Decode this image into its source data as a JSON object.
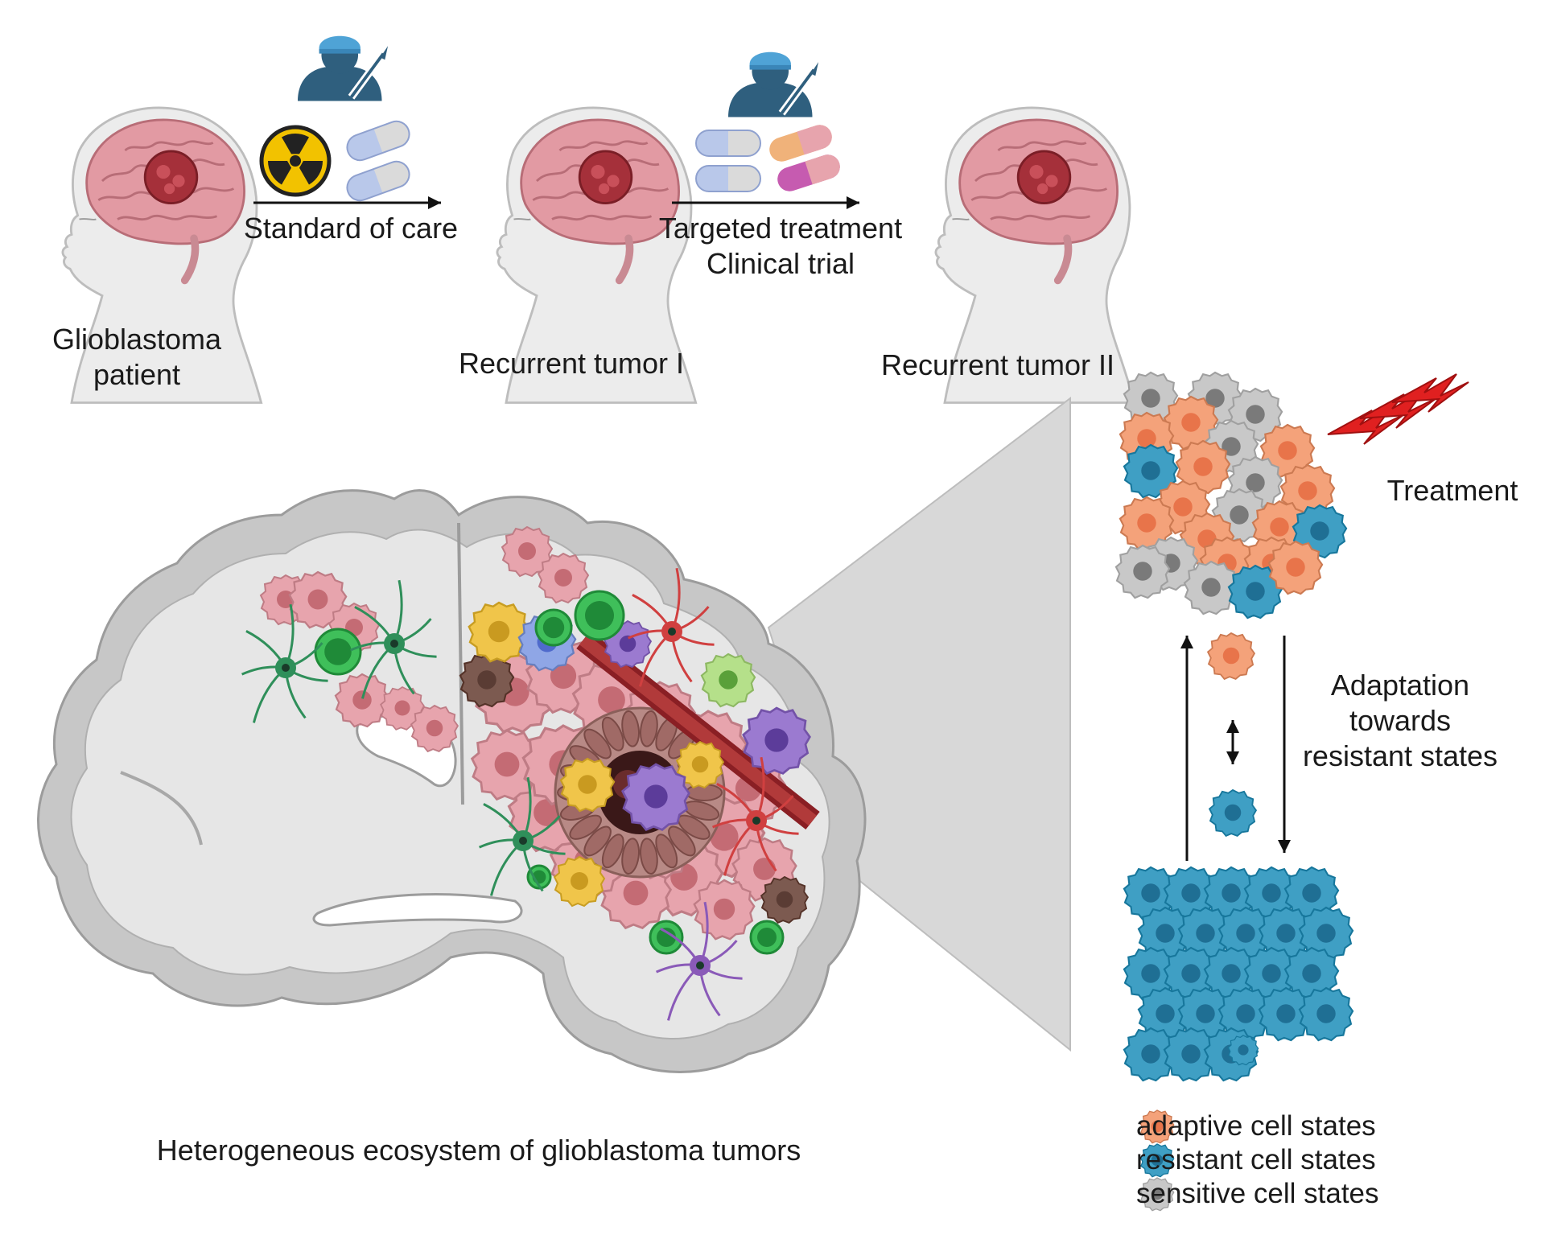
{
  "labels": {
    "patient": [
      "Glioblastoma",
      "patient"
    ],
    "standard_of_care": "Standard of care",
    "recurrent_1": "Recurrent tumor I",
    "targeted": [
      "Targeted treatment",
      "Clinical trial"
    ],
    "recurrent_2": "Recurrent tumor II",
    "treatment": "Treatment",
    "adaptation": [
      "Adaptation",
      "towards",
      "resistant states"
    ],
    "ecosystem": "Heterogeneous ecosystem of glioblastoma tumors"
  },
  "legend": [
    {
      "label": "adaptive cell states",
      "color": "#f4a27a",
      "nucleus": "#e8744a"
    },
    {
      "label": "resistant cell states",
      "color": "#3f9fc4",
      "nucleus": "#1f6f94"
    },
    {
      "label": "sensitive cell states",
      "color": "#c8c8c8",
      "nucleus": "#7a7a7a"
    }
  ],
  "colors": {
    "brain_pink": "#e7a4ad",
    "brain_gray": "#c7c7c7",
    "brain_light": "#e6e6e6",
    "tumor_red": "#b13a3a",
    "lightning": "#e02020",
    "doctor": "#2f5f7e",
    "doctor_cap": "#4fa3d6",
    "radiation": "#f2c200"
  },
  "icons": [
    "head-profile-icon",
    "doctor-icon",
    "radiation-icon",
    "pill-icon",
    "arrow-icon",
    "lightning-icon",
    "cell-icon"
  ]
}
